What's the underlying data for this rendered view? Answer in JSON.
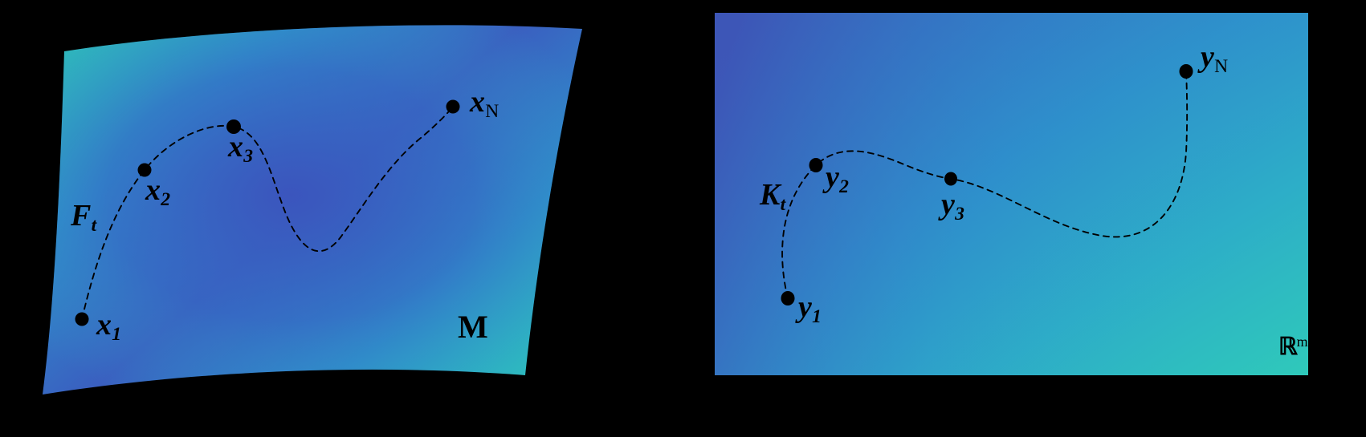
{
  "figure": {
    "background_color": "#000000",
    "type": "two-panel mathematical diagram",
    "description": "Manifold M with sampled trajectory mapped to Euclidean space R^m"
  },
  "chart_data": {
    "type": "scatter",
    "title": "",
    "xlabel": "",
    "ylabel": "",
    "panels": [
      {
        "name": "manifold-panel",
        "space_label": "M",
        "curve_label": "F",
        "curve_label_sub": "t",
        "curve_style": "dashed",
        "surface": "curved quadrilateral sheet",
        "gradient_colors": [
          "#2eb9b8",
          "#3b5fbe",
          "#2f93cc",
          "#35c2c0"
        ],
        "points": [
          {
            "id": "x1",
            "base": "x",
            "sub": "1",
            "px": 102,
            "py": 398
          },
          {
            "id": "x2",
            "base": "x",
            "sub": "2",
            "px": 180,
            "py": 212
          },
          {
            "id": "x3",
            "base": "x",
            "sub": "3",
            "px": 291,
            "py": 158
          },
          {
            "id": "xN",
            "base": "x",
            "sub": "N",
            "px": 564,
            "py": 133
          }
        ]
      },
      {
        "name": "euclidean-panel",
        "space_label_base": "R",
        "space_label_sup": "m",
        "curve_label": "K",
        "curve_label_sub": "t",
        "curve_style": "dashed",
        "surface": "flat rectangle",
        "gradient_colors": [
          "#3a5cb9",
          "#2e93cd",
          "#2fc1bd"
        ],
        "points": [
          {
            "id": "y1",
            "base": "y",
            "sub": "1",
            "px": 981,
            "py": 372
          },
          {
            "id": "y2",
            "base": "y",
            "sub": "2",
            "px": 1016,
            "py": 206
          },
          {
            "id": "y3",
            "base": "y",
            "sub": "3",
            "px": 1184,
            "py": 223
          },
          {
            "id": "yN",
            "base": "y",
            "sub": "N",
            "px": 1477,
            "py": 89
          }
        ]
      }
    ]
  },
  "labels": {
    "left": {
      "F_base": "F",
      "F_sub": "t",
      "x1_base": "x",
      "x1_sub": "1",
      "x2_base": "x",
      "x2_sub": "2",
      "x3_base": "x",
      "x3_sub": "3",
      "xN_base": "x",
      "xN_sub": "N",
      "manifold": "M"
    },
    "right": {
      "K_base": "K",
      "K_sub": "t",
      "y1_base": "y",
      "y1_sub": "1",
      "y2_base": "y",
      "y2_sub": "2",
      "y3_base": "y",
      "y3_sub": "3",
      "yN_base": "y",
      "yN_sub": "N",
      "space_base": "ℝ",
      "space_sup": "m"
    }
  }
}
